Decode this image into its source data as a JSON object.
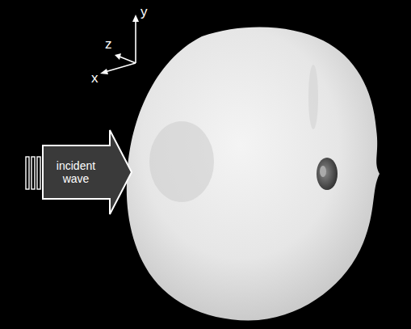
{
  "diagram": {
    "nodes": [
      {
        "text": [
          "incident wave"
        ]
      }
    ],
    "labels": [
      "y",
      "z",
      "x"
    ]
  }
}
